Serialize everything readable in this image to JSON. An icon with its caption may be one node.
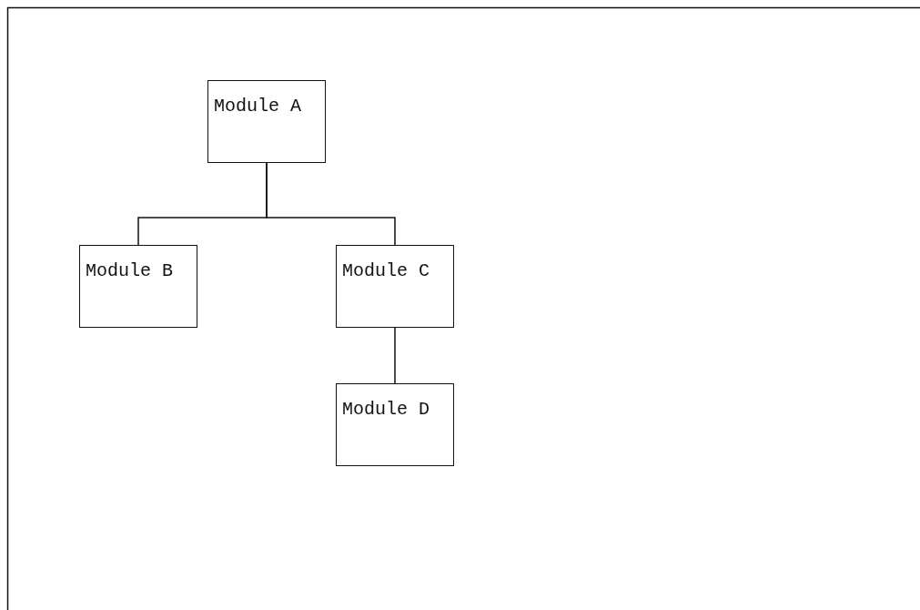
{
  "diagram": {
    "nodes": [
      {
        "text": [
          "Module A"
        ]
      },
      {
        "text": [
          "Module B"
        ]
      },
      {
        "text": [
          "Module C"
        ]
      },
      {
        "text": [
          "Module D"
        ]
      }
    ],
    "edges": [
      {
        "from": 0,
        "to": 1,
        "arrow": "none"
      },
      {
        "from": 0,
        "to": 2,
        "arrow": "none"
      },
      {
        "from": 2,
        "to": 3,
        "arrow": "none"
      }
    ]
  }
}
